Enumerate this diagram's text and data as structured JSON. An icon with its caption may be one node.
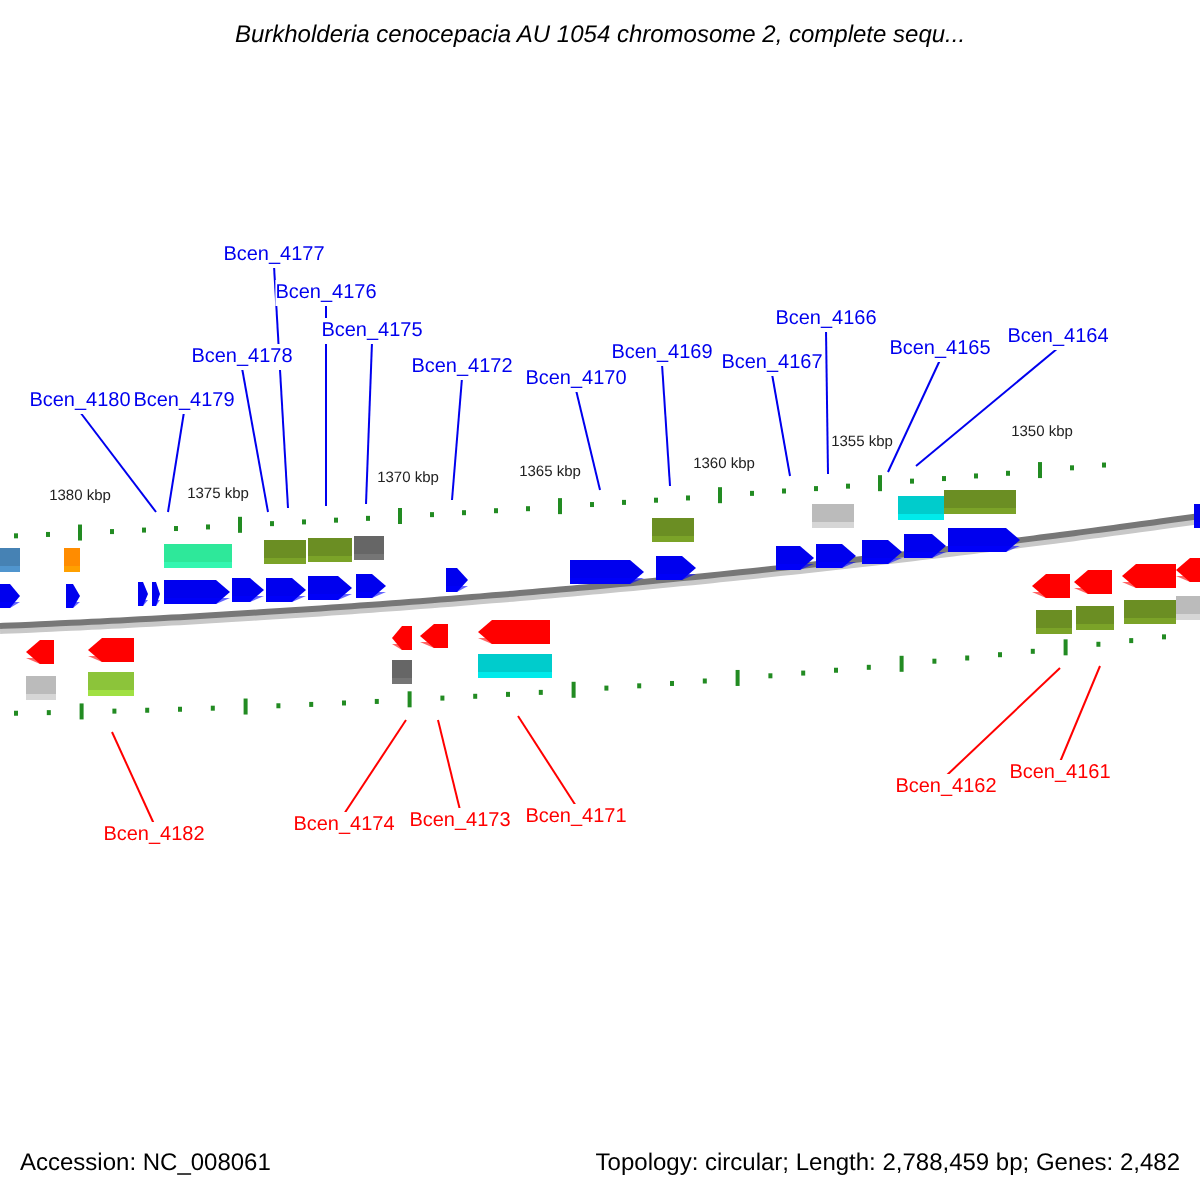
{
  "diagram": {
    "title": "Burkholderia cenocepacia AU 1054 chromosome 2, complete sequ...",
    "nodes": [
      {
        "text": [
          "Bcen_4177"
        ]
      },
      {
        "text": [
          "Bcen_4176"
        ]
      },
      {
        "text": [
          "Bcen_4175"
        ]
      },
      {
        "text": [
          "Bcen_4178"
        ]
      },
      {
        "text": [
          "Bcen_4172"
        ]
      },
      {
        "text": [
          "Bcen_4180"
        ]
      },
      {
        "text": [
          "Bcen_4179"
        ]
      },
      {
        "text": [
          "Bcen_4170"
        ]
      },
      {
        "text": [
          "Bcen_4169"
        ]
      },
      {
        "text": [
          "Bcen_4166"
        ]
      },
      {
        "text": [
          "Bcen_4167"
        ]
      },
      {
        "text": [
          "Bcen_4165"
        ]
      },
      {
        "text": [
          "Bcen_4164"
        ]
      },
      {
        "text": [
          "Bcen_4162"
        ]
      },
      {
        "text": [
          "Bcen_4161"
        ]
      },
      {
        "text": [
          "Bcen_4171"
        ]
      },
      {
        "text": [
          "Bcen_4173"
        ]
      },
      {
        "text": [
          "Bcen_4174"
        ]
      },
      {
        "text": [
          "Bcen_4182"
        ]
      }
    ],
    "edges": [
      {
        "from": 0,
        "to": null,
        "arrow": "none"
      },
      {
        "from": 1,
        "to": null,
        "arrow": "none"
      },
      {
        "from": 2,
        "to": null,
        "arrow": "none"
      },
      {
        "from": 3,
        "to": null,
        "arrow": "none"
      },
      {
        "from": 4,
        "to": null,
        "arrow": "none"
      },
      {
        "from": 5,
        "to": null,
        "arrow": "none"
      },
      {
        "from": 6,
        "to": null,
        "arrow": "none"
      },
      {
        "from": 7,
        "to": null,
        "arrow": "none"
      },
      {
        "from": 8,
        "to": null,
        "arrow": "none"
      },
      {
        "from": 9,
        "to": null,
        "arrow": "none"
      },
      {
        "from": 10,
        "to": null,
        "arrow": "none"
      },
      {
        "from": 11,
        "to": null,
        "arrow": "none"
      },
      {
        "from": 12,
        "to": null,
        "arrow": "none"
      },
      {
        "from": 13,
        "to": null,
        "arrow": "none",
        "color": "#ff0000"
      },
      {
        "from": 14,
        "to": null,
        "arrow": "none",
        "color": "#ff0000"
      },
      {
        "from": 15,
        "to": null,
        "arrow": "none",
        "color": "#ff0000"
      },
      {
        "from": 16,
        "to": null,
        "arrow": "none",
        "color": "#ff0000"
      },
      {
        "from": 17,
        "to": null,
        "arrow": "none",
        "color": "#ff0000"
      },
      {
        "from": 18,
        "to": null,
        "arrow": "none",
        "color": "#ff0000"
      }
    ],
    "labels": [
      "1380 kbp",
      "1375 kbp",
      "1370 kbp",
      "1365 kbp",
      "1360 kbp",
      "1355 kbp",
      "1350 kbp",
      "Accession: NC_008061",
      "Topology: circular; Length: 2,788,459 bp; Genes: 2,482"
    ]
  }
}
